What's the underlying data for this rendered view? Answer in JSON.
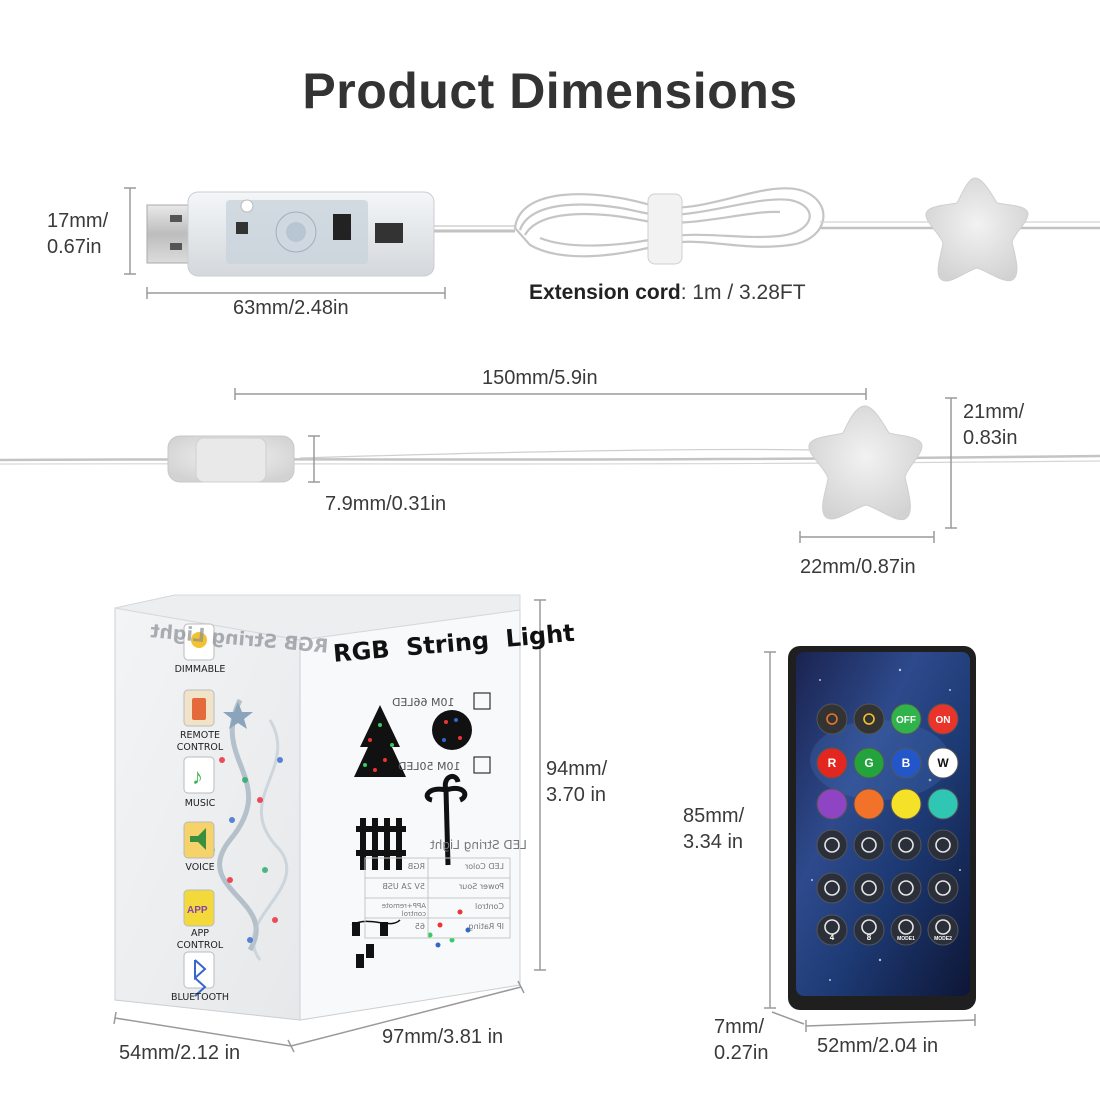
{
  "title": "Product Dimensions",
  "usb": {
    "height_label": "17mm/\n0.67in",
    "length_label": "63mm/2.48in"
  },
  "extension": {
    "label_bold": "Extension cord",
    "label_rest": ": 1m / 3.28FT"
  },
  "spacing": {
    "label": "150mm/5.9in"
  },
  "star": {
    "height_label": "21mm/\n0.83in",
    "width_label": "22mm/0.87in"
  },
  "wire": {
    "thickness_label": "7.9mm/0.31in"
  },
  "box": {
    "height_label": "94mm/\n3.70 in",
    "width_label": "97mm/3.81 in",
    "depth_label": "54mm/2.12 in",
    "front_title": "RGB  String  Light",
    "mirror_title": "RGB String Light",
    "features": [
      "DIMMABLE",
      "REMOTE\nCONTROL",
      "MUSIC",
      "VOICE",
      "APP\nCONTROL",
      "BLUETOOTH"
    ],
    "options": [
      "10M 66LED",
      "10M 50LED"
    ],
    "spec_heading": "LED String Light",
    "spec_rows": [
      [
        "LED Color",
        "RGB"
      ],
      [
        "Power Sour",
        "5V 2A USB"
      ],
      [
        "Control",
        "APP+remote control"
      ],
      [
        "IP Rating",
        "65"
      ]
    ]
  },
  "remote": {
    "height_label": "85mm/\n3.34 in",
    "width_label": "52mm/2.04 in",
    "depth_label": "7mm/\n0.27in",
    "buttons": [
      "",
      "",
      "OFF",
      "ON",
      "R",
      "G",
      "B",
      "W"
    ],
    "colors": {
      "off": "#2fb34a",
      "on": "#e8342b",
      "r": "#e3261f",
      "g": "#22a33c",
      "b": "#2356c8",
      "w": "#ffffff"
    },
    "icons": [
      "brightness-down-icon",
      "brightness-up-icon",
      "speed-up-icon",
      "adjust-icon",
      "swap-icon",
      "music-icon",
      "speed-down-icon",
      "dial-icon",
      "cycle-icon",
      "music-2-icon",
      "timer-4-icon",
      "timer-8-icon",
      "mode1-icon",
      "mode2-icon"
    ],
    "timer_labels": [
      "4",
      "8",
      "MODE1",
      "MODE2"
    ]
  }
}
